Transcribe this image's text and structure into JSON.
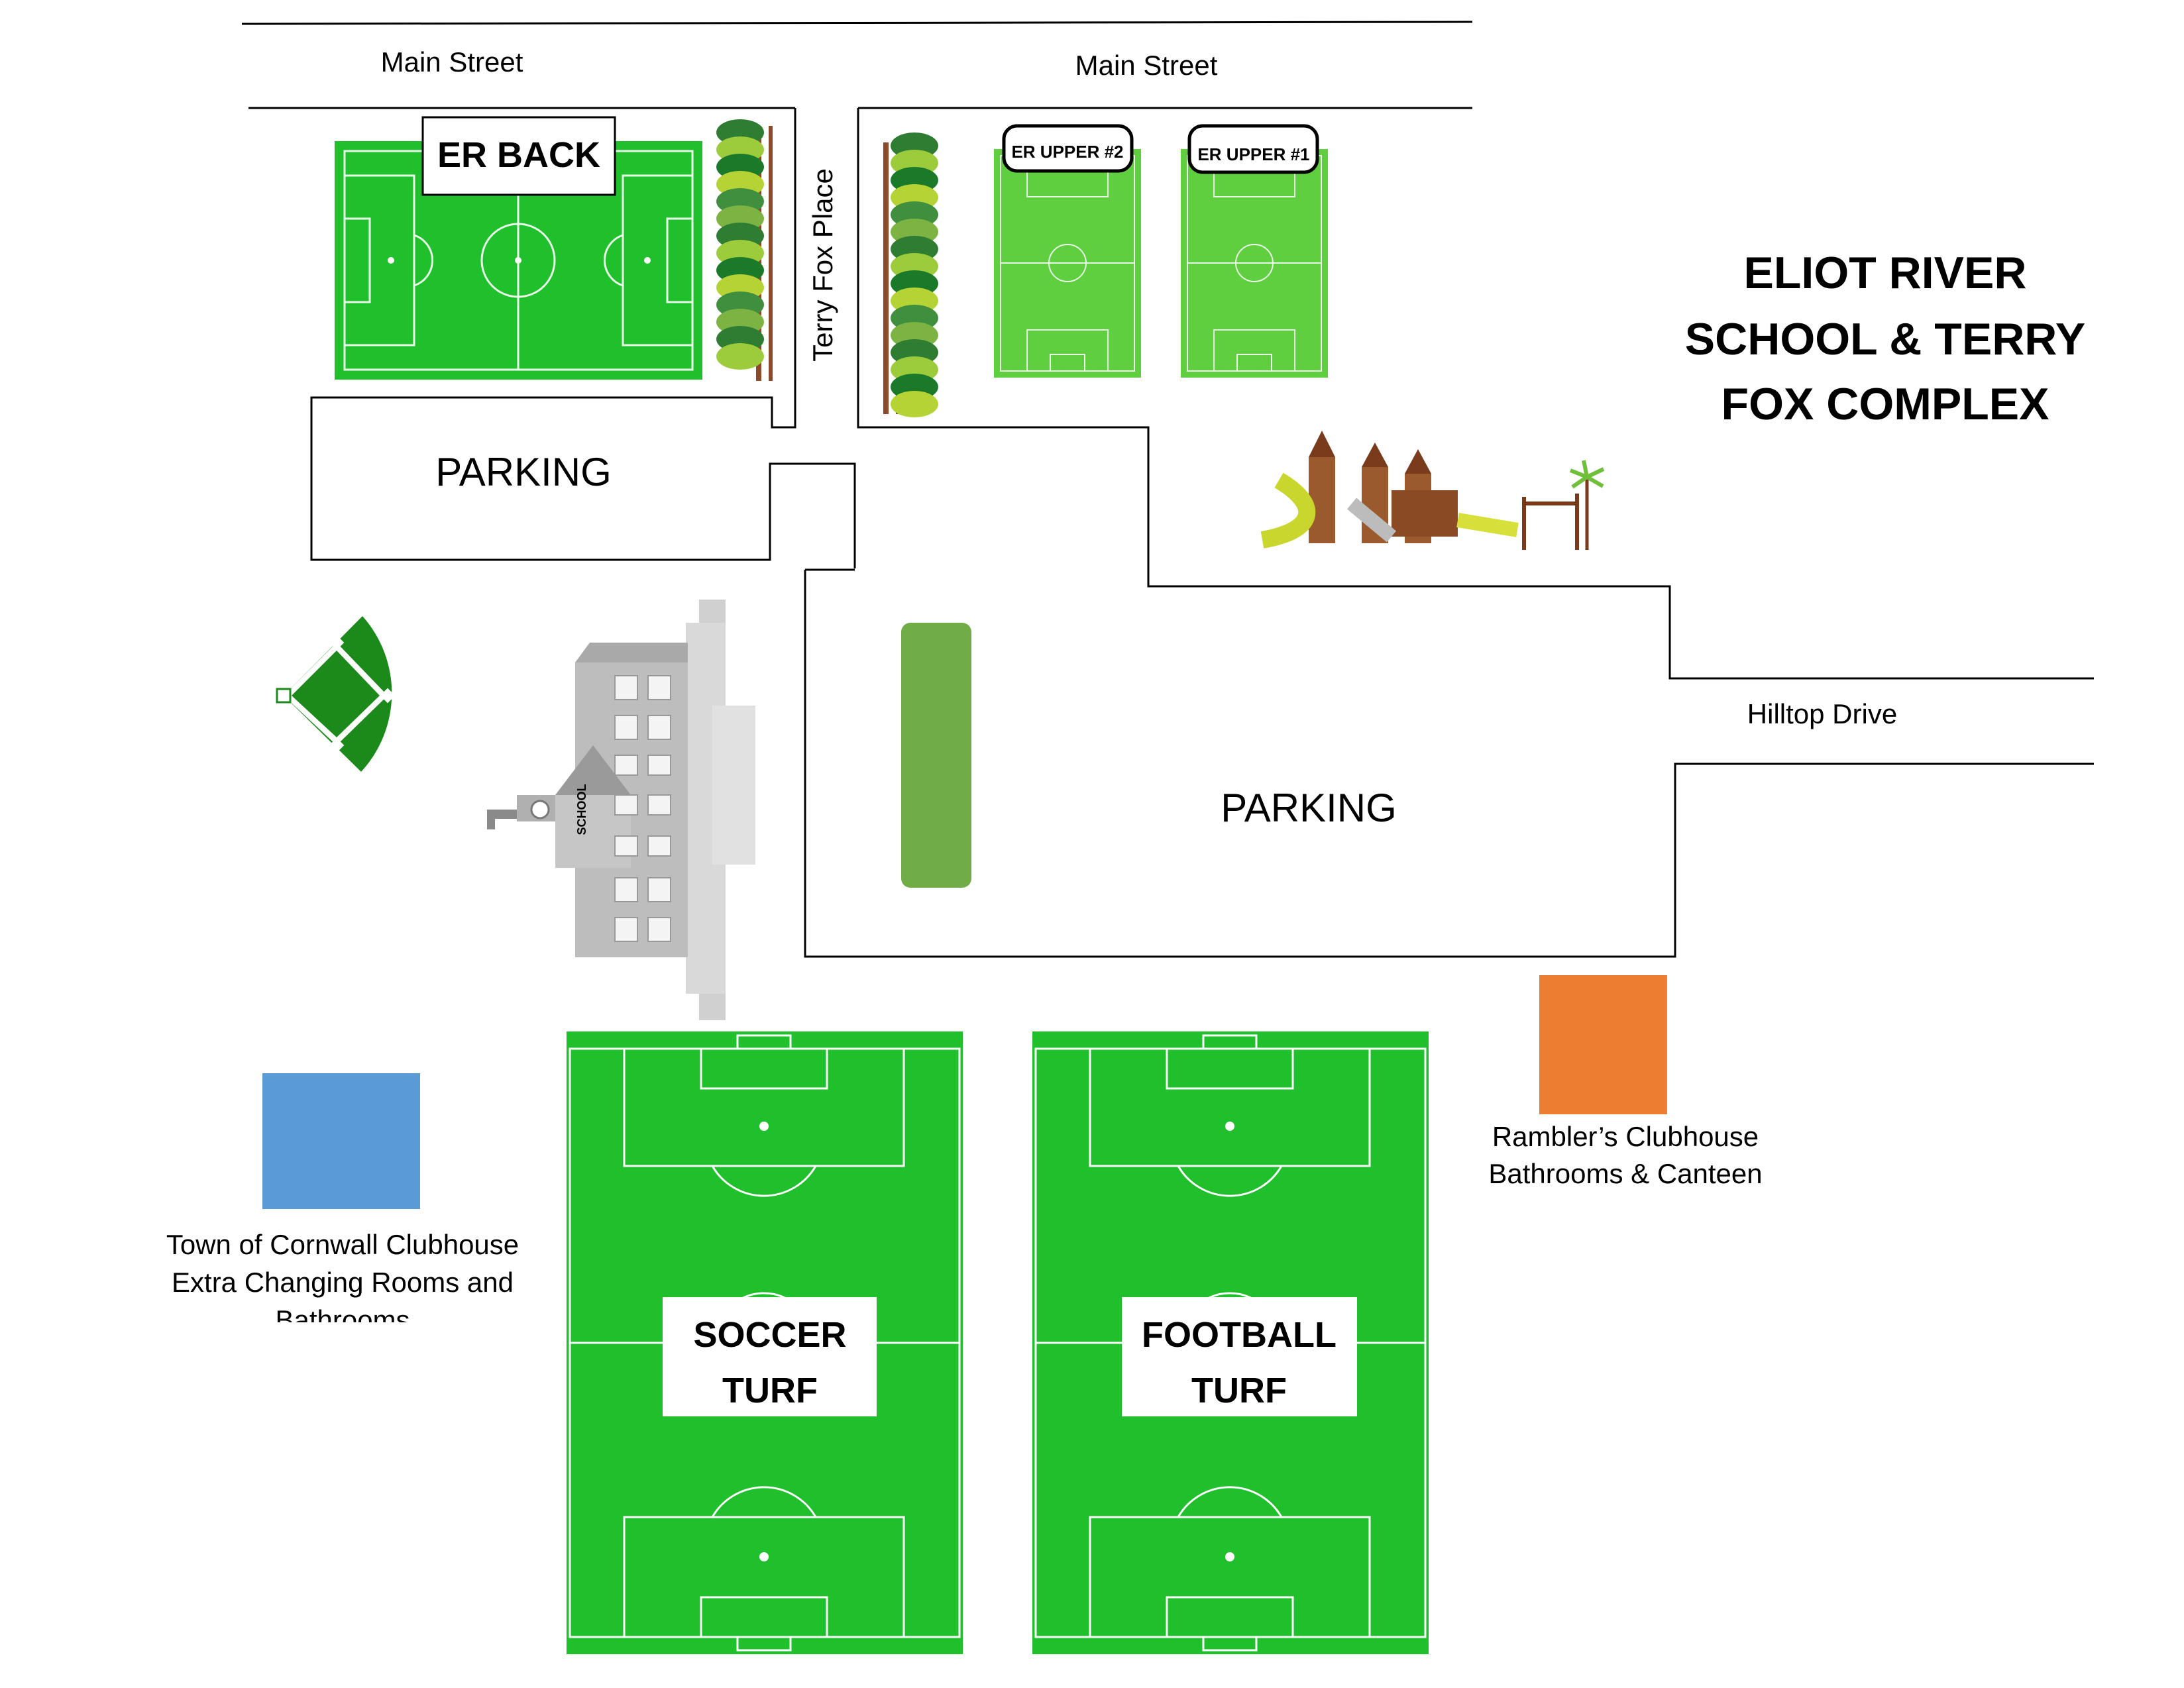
{
  "title": {
    "line1": "ELIOT RIVER",
    "line2": "SCHOOL & TERRY",
    "line3": "FOX COMPLEX"
  },
  "streets": {
    "main_street_left": "Main Street",
    "main_street_right": "Main Street",
    "terry_fox_place": "Terry Fox Place",
    "hilltop_drive": "Hilltop Drive"
  },
  "parking": {
    "upper": "PARKING",
    "lower": "PARKING"
  },
  "fields": {
    "er_back": "ER BACK",
    "er_upper_2": "ER UPPER #2",
    "er_upper_1": "ER UPPER #1",
    "soccer_turf": {
      "line1": "SOCCER",
      "line2": "TURF"
    },
    "football_turf": {
      "line1": "FOOTBALL",
      "line2": "TURF"
    }
  },
  "school_sign": "SCHOOL",
  "buildings": {
    "cornwall_clubhouse": {
      "line1": "Town of Cornwall Clubhouse",
      "line2": "Extra Changing Rooms and",
      "line3": "Bathrooms",
      "color": "#5b9bd5"
    },
    "ramblers_clubhouse": {
      "line1": "Rambler’s Clubhouse",
      "line2": "Bathrooms & Canteen",
      "color": "#ed7d31"
    }
  },
  "colors": {
    "turf_green": "#1fc02c",
    "field_green": "#5fcf3f",
    "median_green": "#70ad47",
    "diamond_green": "#1b8a1b",
    "line": "#000000"
  }
}
